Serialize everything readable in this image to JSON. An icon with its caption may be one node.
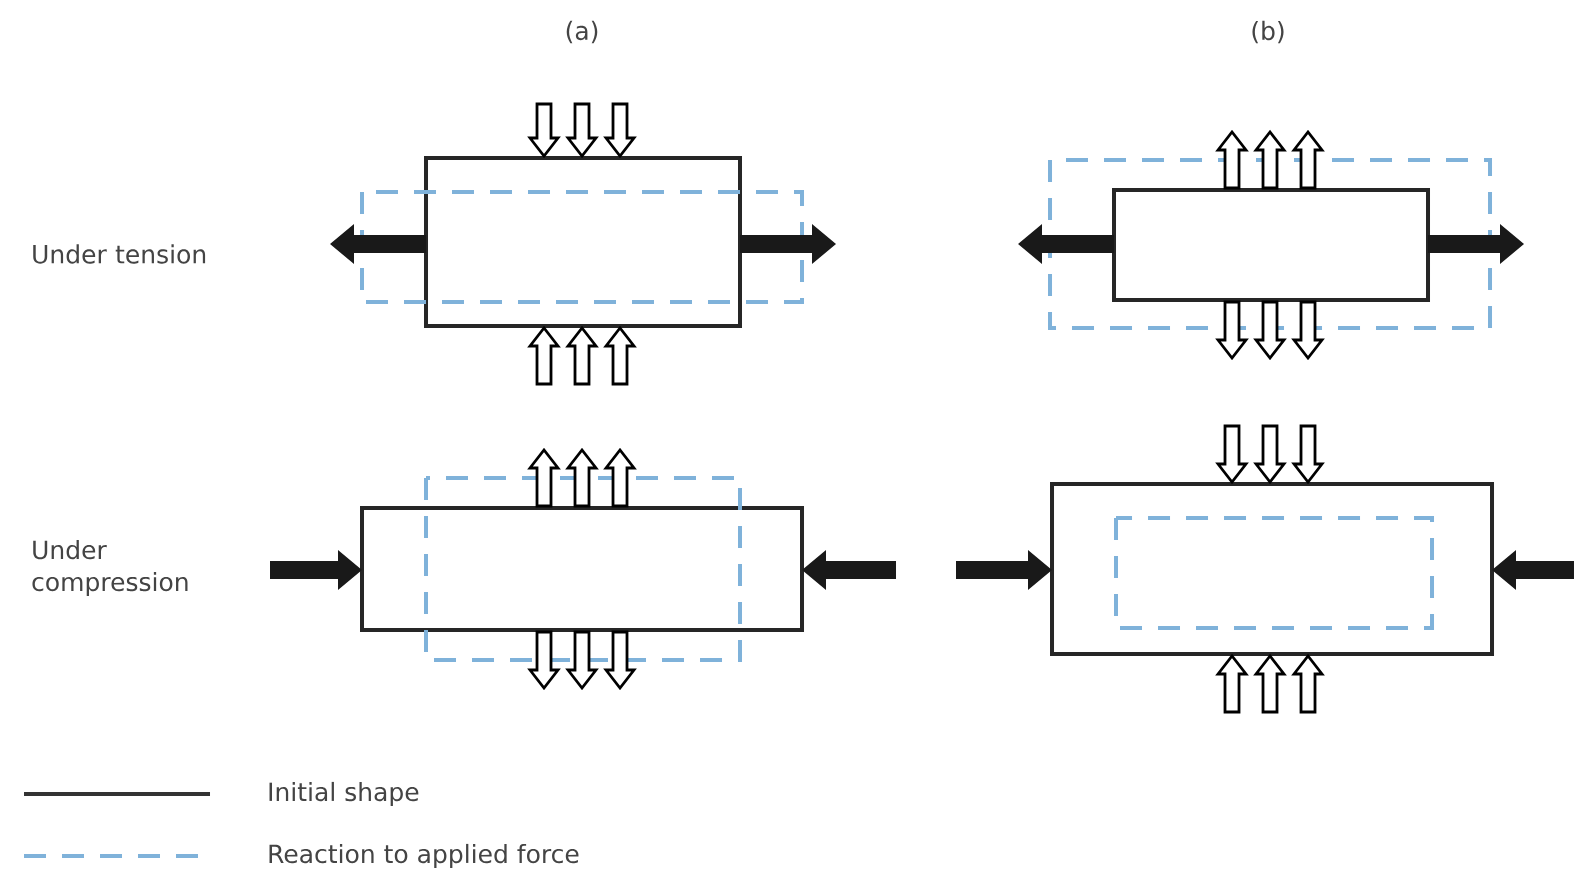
{
  "diagram": {
    "labels": [
      "(a)",
      "(b)",
      "Under tension",
      "Under compression"
    ],
    "legend": [
      {
        "text": "Initial shape"
      },
      {
        "text": "Reaction to applied force"
      }
    ]
  }
}
